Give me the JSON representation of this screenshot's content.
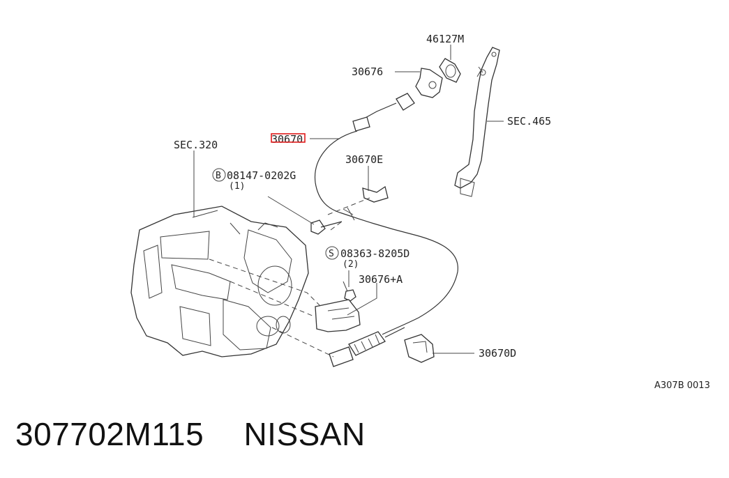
{
  "labels": {
    "part_46127M": "46127M",
    "part_30676": "30676",
    "part_30670": "30670",
    "sec_465": "SEC.465",
    "sec_320": "SEC.320",
    "part_30670E": "30670E",
    "bolt_circle": "B",
    "bolt_number": "08147-0202G",
    "bolt_qty": "(1)",
    "screw_circle": "S",
    "screw_number": "08363-8205D",
    "screw_qty": "(2)",
    "part_30676A": "30676+A",
    "part_30670D": "30670D",
    "figure_code": "A307B 0013"
  },
  "footer": {
    "part_number": "307702M115",
    "brand": "NISSAN"
  },
  "highlight_color": "#e01b1b"
}
